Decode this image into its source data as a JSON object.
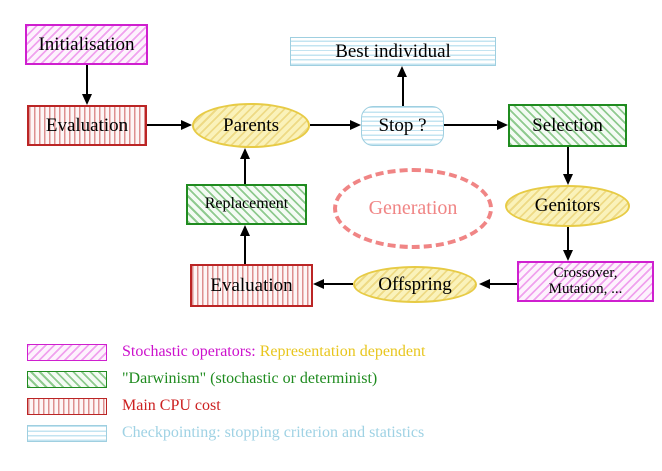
{
  "nodes": {
    "initialisation": "Initialisation",
    "evaluation_top": "Evaluation",
    "parents": "Parents",
    "best_individual": "Best individual",
    "stop": "Stop ?",
    "selection": "Selection",
    "replacement": "Replacement",
    "generation": "Generation",
    "genitors": "Genitors",
    "crossover_line1": "Crossover,",
    "crossover_line2": "Mutation, ...",
    "evaluation_bottom": "Evaluation",
    "offspring": "Offspring"
  },
  "legend": {
    "items": [
      {
        "label": "Stochastic operators:",
        "label2": "Representation dependent"
      },
      {
        "label": "\"Darwinism\" (stochastic or determinist)"
      },
      {
        "label": "Main CPU cost"
      },
      {
        "label": "Checkpointing: stopping criterion and statistics"
      }
    ]
  },
  "colors": {
    "magenta": "#cf1fcf",
    "red": "#bb2525",
    "green": "#1f8b1f",
    "cyan_border": "#9fcfe0",
    "yellow_border": "#e7cb45",
    "generation_dashed": "#f08585",
    "legend_yellow_text": "#e8c61e",
    "legend_cyan_text": "#9fd2e4",
    "arrow": "#000000"
  }
}
